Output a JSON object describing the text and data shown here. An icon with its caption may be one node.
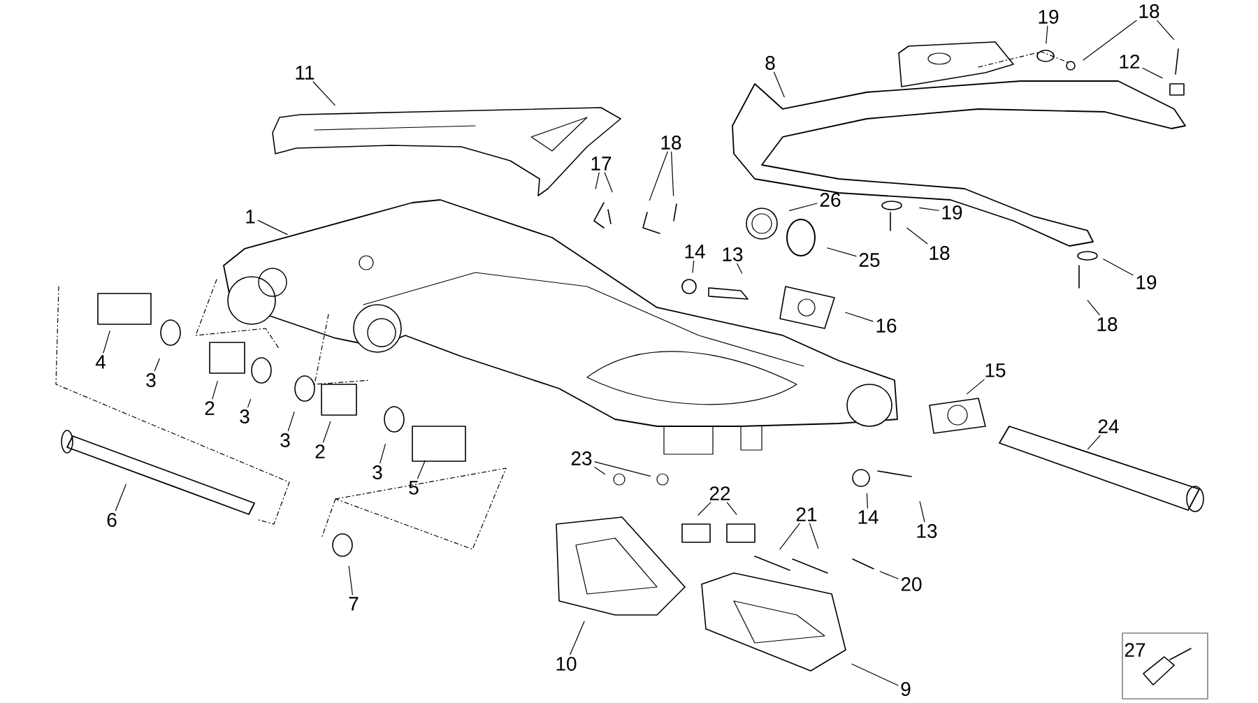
{
  "diagram": {
    "nodes": [
      {
        "text": [
          "11"
        ]
      },
      {
        "text": [
          "19"
        ]
      },
      {
        "text": [
          "18"
        ]
      },
      {
        "text": [
          "8"
        ]
      },
      {
        "text": [
          "12"
        ]
      },
      {
        "text": [
          "18"
        ]
      },
      {
        "text": [
          "17"
        ]
      },
      {
        "text": [
          "1"
        ]
      },
      {
        "text": [
          "26"
        ]
      },
      {
        "text": [
          "19"
        ]
      },
      {
        "text": [
          "18"
        ]
      },
      {
        "text": [
          "25"
        ]
      },
      {
        "text": [
          "14"
        ]
      },
      {
        "text": [
          "13"
        ]
      },
      {
        "text": [
          "19"
        ]
      },
      {
        "text": [
          "18"
        ]
      },
      {
        "text": [
          "16"
        ]
      },
      {
        "text": [
          "4"
        ]
      },
      {
        "text": [
          "3"
        ]
      },
      {
        "text": [
          "15"
        ]
      },
      {
        "text": [
          "2"
        ]
      },
      {
        "text": [
          "3"
        ]
      },
      {
        "text": [
          "3"
        ]
      },
      {
        "text": [
          "2"
        ]
      },
      {
        "text": [
          "24"
        ]
      },
      {
        "text": [
          "3"
        ]
      },
      {
        "text": [
          "5"
        ]
      },
      {
        "text": [
          "23"
        ]
      },
      {
        "text": [
          "22"
        ]
      },
      {
        "text": [
          "6"
        ]
      },
      {
        "text": [
          "14"
        ]
      },
      {
        "text": [
          "21"
        ]
      },
      {
        "text": [
          "13"
        ]
      },
      {
        "text": [
          "20"
        ]
      },
      {
        "text": [
          "7"
        ]
      },
      {
        "text": [
          "10"
        ]
      },
      {
        "text": [
          "9"
        ]
      },
      {
        "text": [
          "27"
        ]
      }
    ],
    "edges": [
      {
        "from": 0,
        "to": null,
        "arrow": "none"
      },
      {
        "from": 1,
        "to": null,
        "arrow": "none"
      },
      {
        "from": 2,
        "to": null,
        "arrow": "none"
      },
      {
        "from": 2,
        "to": null,
        "arrow": "none"
      },
      {
        "from": 3,
        "to": null,
        "arrow": "none"
      },
      {
        "from": 4,
        "to": null,
        "arrow": "none"
      },
      {
        "from": 5,
        "to": null,
        "arrow": "none"
      },
      {
        "from": 5,
        "to": null,
        "arrow": "none"
      },
      {
        "from": 6,
        "to": null,
        "arrow": "none"
      },
      {
        "from": 6,
        "to": null,
        "arrow": "none"
      },
      {
        "from": 7,
        "to": null,
        "arrow": "none"
      },
      {
        "from": 8,
        "to": null,
        "arrow": "none"
      },
      {
        "from": 9,
        "to": null,
        "arrow": "none"
      },
      {
        "from": 10,
        "to": null,
        "arrow": "none"
      },
      {
        "from": 11,
        "to": null,
        "arrow": "none"
      },
      {
        "from": 12,
        "to": null,
        "arrow": "none"
      },
      {
        "from": 13,
        "to": null,
        "arrow": "none"
      },
      {
        "from": 14,
        "to": null,
        "arrow": "none"
      },
      {
        "from": 15,
        "to": null,
        "arrow": "none"
      },
      {
        "from": 16,
        "to": null,
        "arrow": "none"
      },
      {
        "from": 17,
        "to": null,
        "arrow": "none"
      },
      {
        "from": 18,
        "to": null,
        "arrow": "none"
      },
      {
        "from": 19,
        "to": null,
        "arrow": "none"
      },
      {
        "from": 20,
        "to": null,
        "arrow": "none"
      },
      {
        "from": 21,
        "to": null,
        "arrow": "none"
      },
      {
        "from": 22,
        "to": null,
        "arrow": "none"
      },
      {
        "from": 23,
        "to": null,
        "arrow": "none"
      },
      {
        "from": 24,
        "to": null,
        "arrow": "none"
      },
      {
        "from": 25,
        "to": null,
        "arrow": "none"
      },
      {
        "from": 26,
        "to": null,
        "arrow": "none"
      },
      {
        "from": 27,
        "to": null,
        "arrow": "none"
      },
      {
        "from": 27,
        "to": null,
        "arrow": "none"
      },
      {
        "from": 28,
        "to": null,
        "arrow": "none"
      },
      {
        "from": 28,
        "to": null,
        "arrow": "none"
      },
      {
        "from": 29,
        "to": null,
        "arrow": "none"
      },
      {
        "from": 30,
        "to": null,
        "arrow": "none"
      },
      {
        "from": 31,
        "to": null,
        "arrow": "none"
      },
      {
        "from": 31,
        "to": null,
        "arrow": "none"
      },
      {
        "from": 32,
        "to": null,
        "arrow": "none"
      },
      {
        "from": 33,
        "to": null,
        "arrow": "none"
      },
      {
        "from": 34,
        "to": null,
        "arrow": "none"
      },
      {
        "from": 35,
        "to": null,
        "arrow": "none"
      },
      {
        "from": 36,
        "to": null,
        "arrow": "none"
      }
    ]
  }
}
